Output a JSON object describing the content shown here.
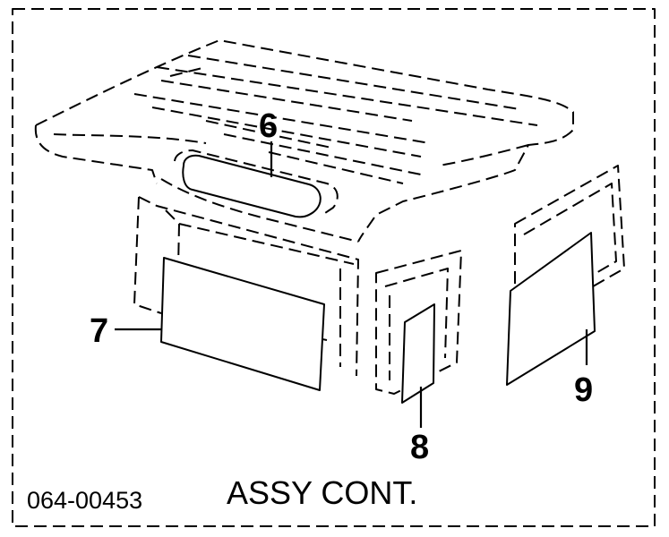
{
  "diagram": {
    "part_number": "064-00453",
    "caption": "ASSY CONT.",
    "callouts": [
      {
        "id": "6",
        "label": "6"
      },
      {
        "id": "7",
        "label": "7"
      },
      {
        "id": "8",
        "label": "8"
      },
      {
        "id": "9",
        "label": "9"
      }
    ]
  },
  "colors": {
    "ink": "#000000",
    "paper": "#ffffff"
  }
}
